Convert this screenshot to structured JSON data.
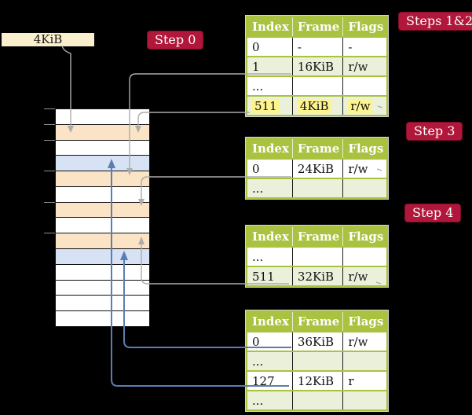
{
  "frame_box": {
    "label": "4KiB"
  },
  "badges": {
    "step0": "Step 0",
    "steps12": "Steps 1&2",
    "step3": "Step 3",
    "step4": "Step 4"
  },
  "colors": {
    "background": "#000000",
    "badge": "#B0173A",
    "badge_border": "#7E0E28",
    "frame_box_bg": "#FAF0CE",
    "table_header_bg": "#A9C23F",
    "table_row_alt_bg": "#EBF0DA",
    "highlight_bg": "#FCF48E",
    "memory_orange": "#FBE3C5",
    "memory_blue": "#D7E3F4",
    "connector_gray": "#ACACAC",
    "connector_blue": "#5B7EB2"
  },
  "memory": {
    "rows": [
      "white",
      "orange",
      "white",
      "blue",
      "orange",
      "white",
      "orange",
      "white",
      "orange",
      "blue",
      "white",
      "white",
      "white",
      "white"
    ],
    "ticks": [
      138,
      158,
      178,
      217,
      257,
      296
    ]
  },
  "tables": [
    {
      "name": "steps-1-2",
      "headers": [
        "Index",
        "Frame",
        "Flags"
      ],
      "rows": [
        {
          "cells": [
            "0",
            "-",
            "-"
          ],
          "shaded": false,
          "highlighted": false
        },
        {
          "cells": [
            "1",
            "16KiB",
            "r/w"
          ],
          "shaded": true,
          "highlighted": false
        },
        {
          "cells": [
            "...",
            "",
            ""
          ],
          "shaded": false,
          "highlighted": false
        },
        {
          "cells": [
            "511",
            "4KiB",
            "r/w"
          ],
          "shaded": true,
          "highlighted": true
        }
      ]
    },
    {
      "name": "step-3",
      "headers": [
        "Index",
        "Frame",
        "Flags"
      ],
      "rows": [
        {
          "cells": [
            "0",
            "24KiB",
            "r/w"
          ],
          "shaded": false,
          "highlighted": false
        },
        {
          "cells": [
            "...",
            "",
            ""
          ],
          "shaded": true,
          "highlighted": false
        }
      ]
    },
    {
      "name": "step-4",
      "headers": [
        "Index",
        "Frame",
        "Flags"
      ],
      "rows": [
        {
          "cells": [
            "...",
            "",
            ""
          ],
          "shaded": false,
          "highlighted": false
        },
        {
          "cells": [
            "511",
            "32KiB",
            "r/w"
          ],
          "shaded": true,
          "highlighted": false
        }
      ]
    },
    {
      "name": "final",
      "headers": [
        "Index",
        "Frame",
        "Flags"
      ],
      "rows": [
        {
          "cells": [
            "0",
            "36KiB",
            "r/w"
          ],
          "shaded": false,
          "highlighted": false
        },
        {
          "cells": [
            "...",
            "",
            ""
          ],
          "shaded": true,
          "highlighted": false
        },
        {
          "cells": [
            "127",
            "12KiB",
            "r"
          ],
          "shaded": false,
          "highlighted": false
        },
        {
          "cells": [
            "...",
            "",
            ""
          ],
          "shaded": true,
          "highlighted": false
        }
      ]
    }
  ]
}
